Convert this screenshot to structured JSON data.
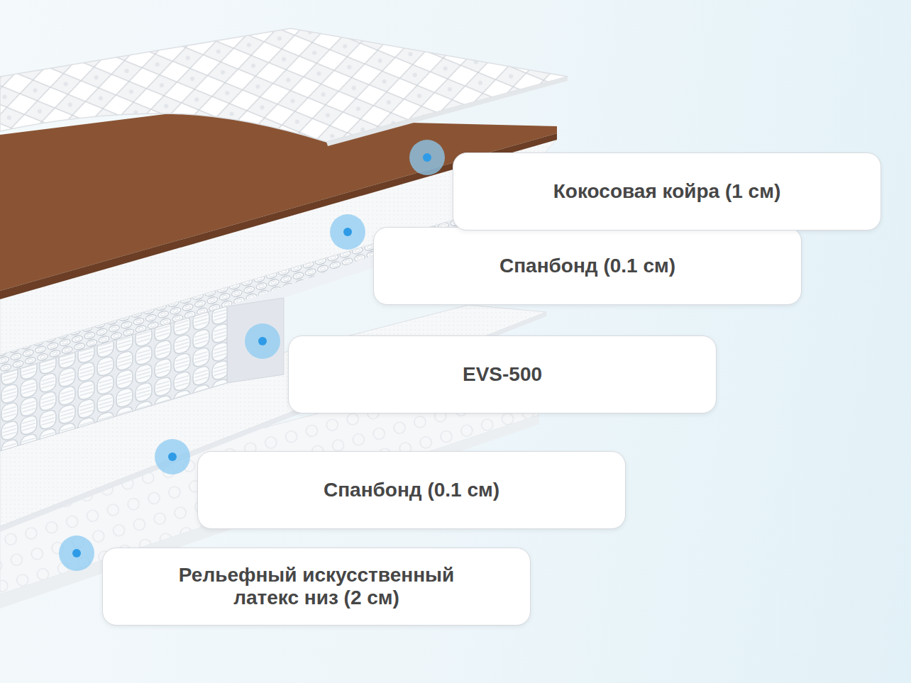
{
  "diagram": {
    "nodes": [
      {
        "text": [
          "Кокосовая койра (1 см)"
        ]
      },
      {
        "text": [
          "Спанбонд (0.1 см)"
        ]
      },
      {
        "text": [
          "EVS-500"
        ]
      },
      {
        "text": [
          "Спанбонд (0.1 см)"
        ]
      },
      {
        "text": [
          "Рельефный искусственный латекс низ (2 см)"
        ]
      }
    ]
  }
}
